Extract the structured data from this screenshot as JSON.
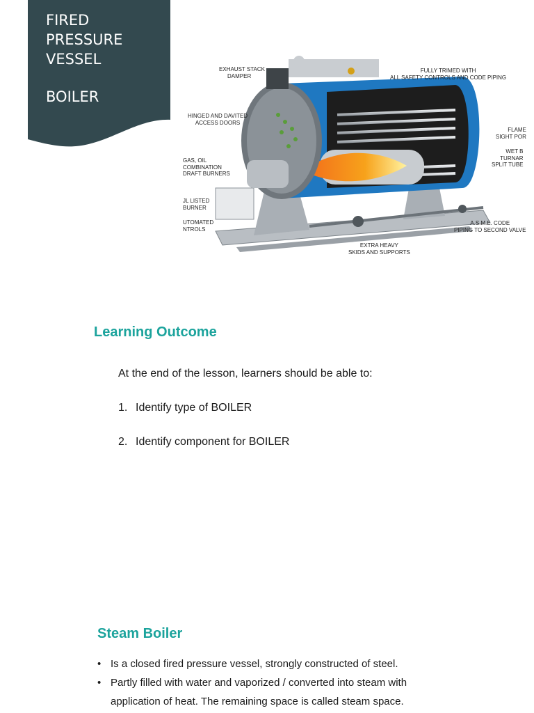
{
  "banner": {
    "title_lines": [
      "FIRED",
      "PRESSURE",
      "VESSEL"
    ],
    "subtitle": "BOILER",
    "color": "#33494f"
  },
  "figure": {
    "callouts": {
      "exhaust": [
        "EXHAUST STACK",
        "DAMPER"
      ],
      "trimmed": [
        "FULLY TRIMED WITH",
        "ALL SAFETY CONTROLS AND CODE PIPING"
      ],
      "doors": [
        "HINGED AND DAVITED",
        "ACCESS DOORS"
      ],
      "flame": [
        "FLAME",
        "SIGHT POR"
      ],
      "wet": [
        "WET B",
        "TURNAR",
        "SPLIT TUBE"
      ],
      "gas": [
        "GAS, OIL",
        "COMBINATION",
        "DRAFT BURNERS"
      ],
      "ul": [
        "JL LISTED",
        "BURNER"
      ],
      "auto": [
        "UTOMATED",
        "NTROLS"
      ],
      "asme": [
        "A.S.M.E. CODE",
        "PIPING TO SECOND VALVE"
      ],
      "skids": [
        "EXTRA HEAVY",
        "SKIDS AND SUPPORTS"
      ]
    },
    "colors": {
      "shell": "#1f78c1",
      "flame": "#f7a21b",
      "metal": "#9aa0a6"
    }
  },
  "learning": {
    "heading": "Learning Outcome",
    "intro": "At the end of the lesson, learners should be able to:",
    "items": [
      {
        "num": "1.",
        "text": "Identify type of BOILER"
      },
      {
        "num": "2.",
        "text": "Identify component for BOILER"
      }
    ]
  },
  "steam": {
    "heading": "Steam Boiler",
    "bullet_glyph": "•",
    "bullets": [
      "Is a closed fired pressure vessel, strongly constructed of steel.",
      "Partly filled with water and vaporized / converted into steam with application of heat. The remaining space is called steam space."
    ]
  },
  "accent": "#1ba39c"
}
